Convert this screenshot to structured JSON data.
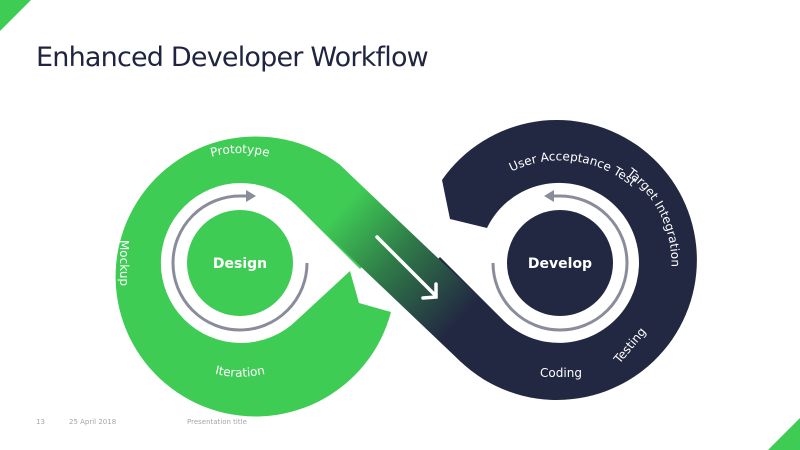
{
  "slide": {
    "title": "Enhanced Developer Workflow",
    "accent_color": "#3fcc55",
    "dark_color": "#222842"
  },
  "footer": {
    "page_number": "13",
    "date": "25 April 2018",
    "presentation_title": "Presentation title"
  },
  "diagram": {
    "design": {
      "label": "Design",
      "color": "#3fcc55",
      "stages": {
        "top": "Prototype",
        "left": "Mockup",
        "bottom": "Iteration"
      }
    },
    "develop": {
      "label": "Develop",
      "color": "#222842",
      "stages": {
        "top": "User Acceptance Test",
        "right": "Target Integration",
        "bottom_right": "Testing",
        "bottom": "Coding"
      }
    },
    "cycle_arrow_color": "#8a8d99",
    "transition_arrow_color": "#ffffff"
  }
}
